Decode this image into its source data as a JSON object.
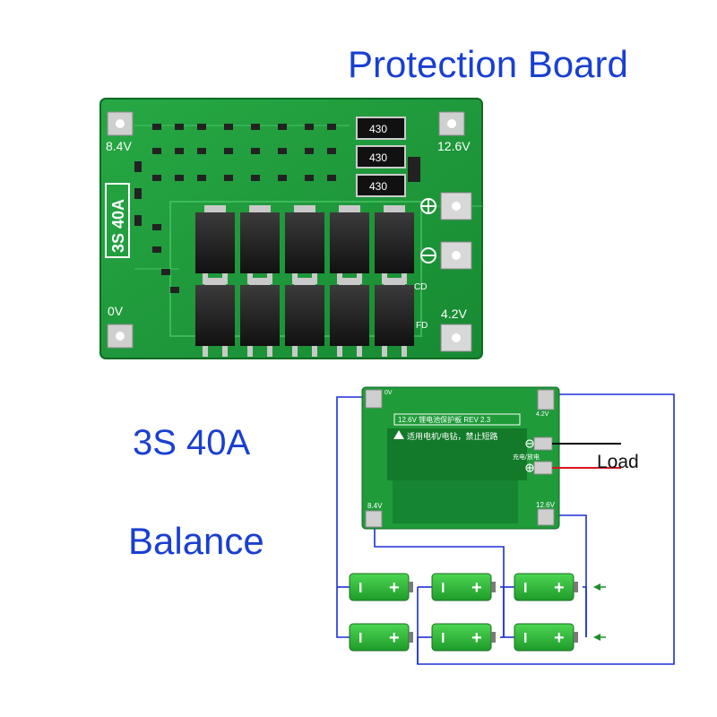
{
  "heading": "Protection Board",
  "spec": "3S 40A",
  "feature": "Balance",
  "colors": {
    "heading_blue": "#1a3fd1",
    "pcb_green": "#1f9b3a",
    "pcb_dark": "#137a2a",
    "wire_blue": "#1b2fd6",
    "load_red": "#e0141e",
    "battery_green": "#2fbf3a"
  },
  "board_photo": {
    "silkscreen_badge": "3S 40A",
    "labels": {
      "left_top": "8.4V",
      "right_top": "12.6V",
      "left_bottom": "0V",
      "right_bottom": "4.2V",
      "cd": "CD",
      "fd": "FD",
      "resistor": "430"
    }
  },
  "wiring_diagram": {
    "board_labels": {
      "top_left": "0V",
      "top_right": "4.2V",
      "bottom_left": "8.4V",
      "bottom_right": "12.6V",
      "model": "12.6V 锂电池保护板 REV 2.3",
      "warning": "适用电机/电钻，禁止短路",
      "charge_discharge": "充电/放电"
    },
    "load_label": "Load",
    "battery_minus": "I",
    "battery_plus": "+"
  }
}
